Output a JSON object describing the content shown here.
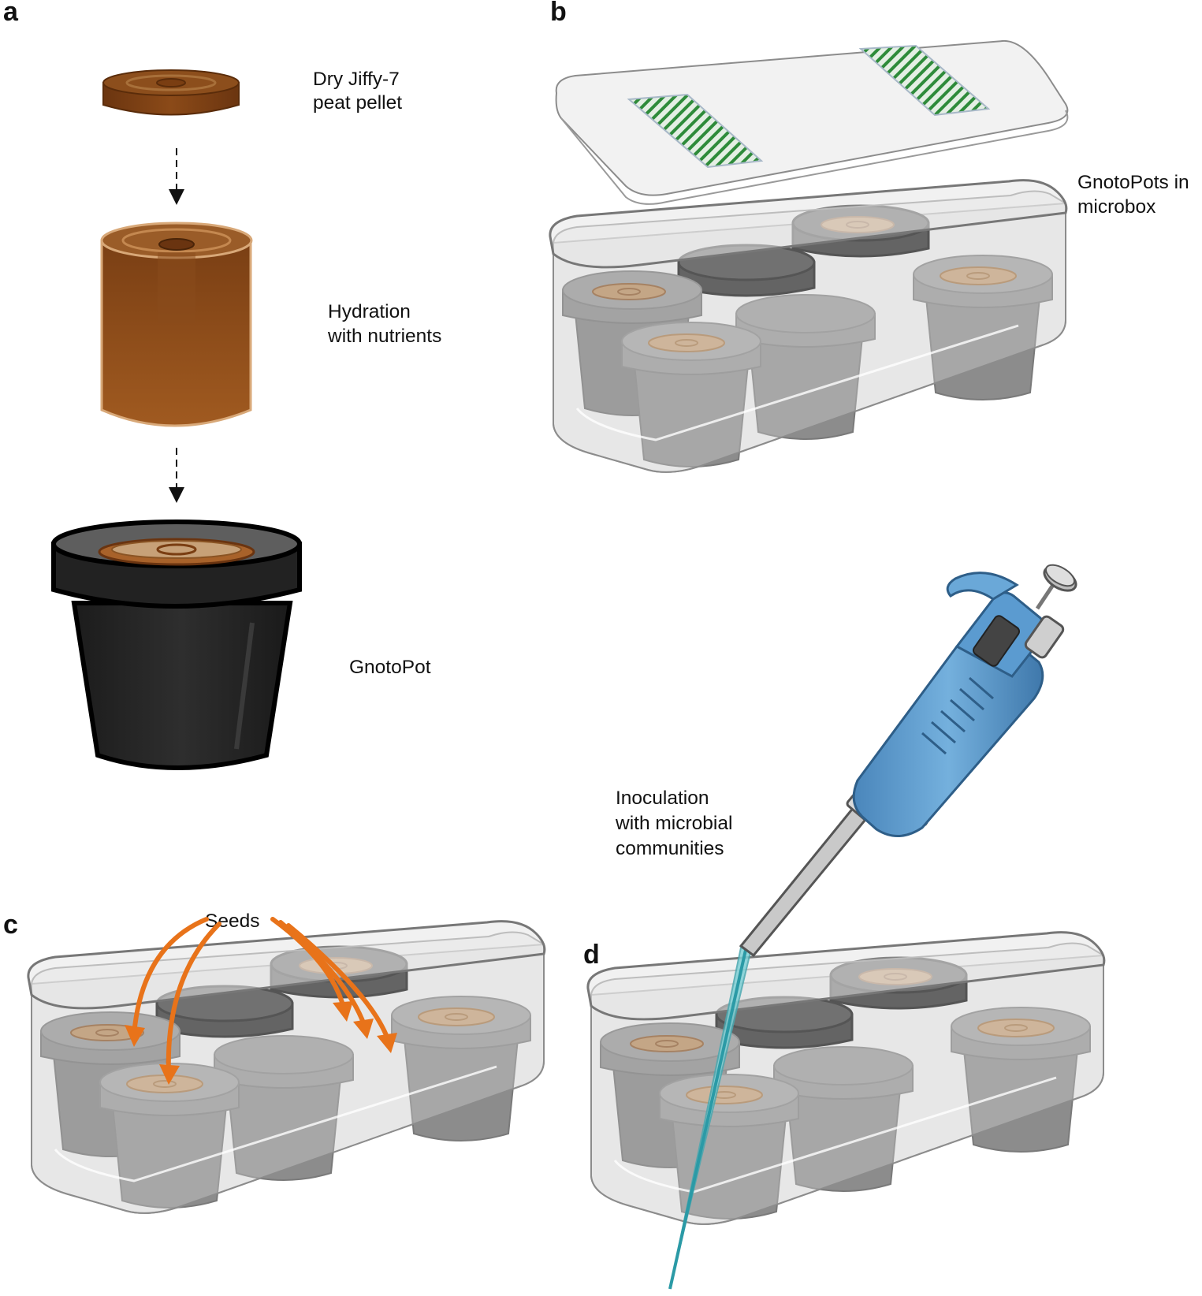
{
  "panels": {
    "a": {
      "letter": "a",
      "labels": {
        "pellet_line1": "Dry Jiffy-7",
        "pellet_line2": "peat pellet",
        "hydration_line1": "Hydration",
        "hydration_line2": "with nutrients",
        "pot": "GnotoPot"
      }
    },
    "b": {
      "letter": "b",
      "labels": {
        "line1": "GnotoPots in",
        "line2": "microbox"
      }
    },
    "c": {
      "letter": "c",
      "labels": {
        "seeds": "Seeds"
      }
    },
    "d": {
      "letter": "d",
      "labels": {
        "line1": "Inoculation",
        "line2": "with microbial",
        "line3": "communities"
      }
    }
  },
  "colors": {
    "peat": "#7a3e12",
    "peat_light": "#a0602a",
    "pot_black": "#1a1a1a",
    "pot_grey": "#8a8a8a",
    "pipette_blue": "#5b9bd0",
    "seed_arrow": "#e8731a",
    "filter_green": "#2e8b3a"
  },
  "icons": [
    "peat-pellet-icon",
    "hydrated-pellet-icon",
    "gnotopot-icon",
    "microbox-icon",
    "pipette-icon",
    "seed-arrow-icon"
  ]
}
